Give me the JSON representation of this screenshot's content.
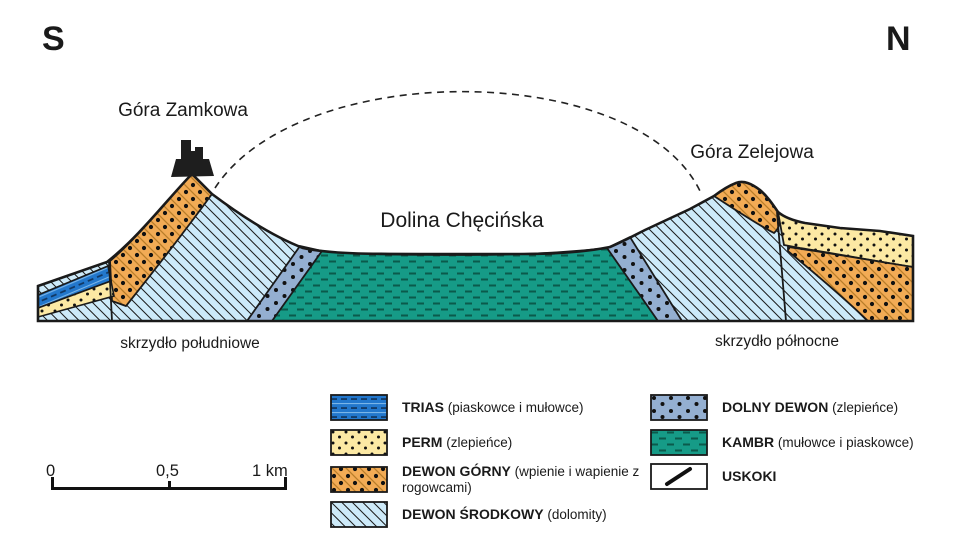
{
  "compass": {
    "south": "S",
    "north": "N"
  },
  "section": {
    "gora_zamkowa": "Góra Zamkowa",
    "gora_zelejowa": "Góra Zelejowa",
    "dolina": "Dolina Chęcińska",
    "skrzydlo_poludniowe": "skrzydło południowe",
    "skrzydlo_polnocne": "skrzydło północne"
  },
  "legend": {
    "left": [
      {
        "name": "TRIAS",
        "desc": "(piaskowce i mułowce)",
        "swatch": "trias"
      },
      {
        "name": "PERM",
        "desc": "(zlepieńce)",
        "swatch": "perm"
      },
      {
        "name": "DEWON GÓRNY",
        "desc": "(wpienie i  wapienie z rogowcami)",
        "swatch": "dewon-gorny"
      },
      {
        "name": "DEWON ŚRODKOWY",
        "desc": "(dolomity)",
        "swatch": "dewon-srodkowy"
      }
    ],
    "right": [
      {
        "name": "DOLNY DEWON",
        "desc": "(zlepieńce)",
        "swatch": "dolny-dewon"
      },
      {
        "name": "KAMBR",
        "desc": "(mułowce i piaskowce)",
        "swatch": "kambr"
      },
      {
        "name": "USKOKI",
        "desc": "",
        "swatch": "uskoki"
      }
    ]
  },
  "scalebar": {
    "tick0": "0",
    "tick05": "0,5",
    "tick1": "1 km"
  },
  "colors": {
    "trias": "#2277cc",
    "perm": "#fce9a4",
    "dewon_gorny": "#f2ab55",
    "dewon_srodkowy": "#cdeaf9",
    "dolny_dewon": "#94afd1",
    "kambr": "#169b87",
    "outline": "#1a1a1a"
  }
}
